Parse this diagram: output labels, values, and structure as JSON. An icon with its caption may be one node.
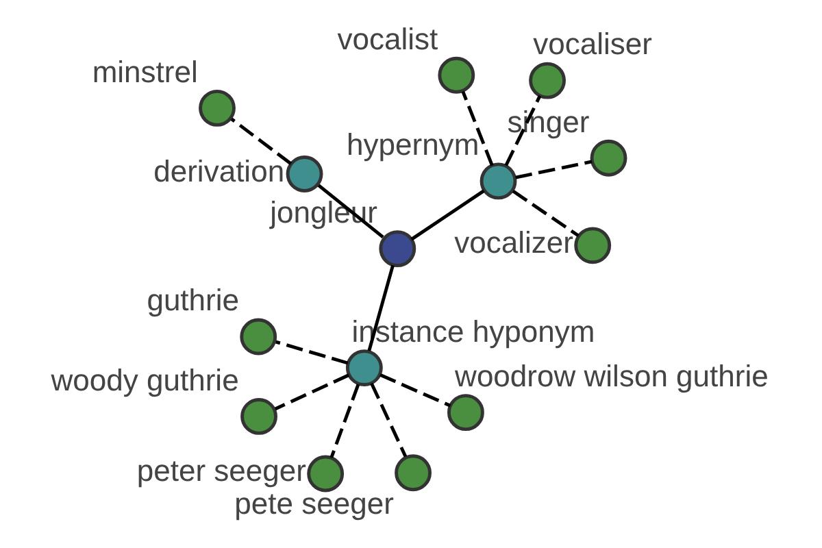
{
  "diagram": {
    "nodes": [
      {
        "text": [
          "woody guthrie"
        ]
      },
      {
        "text": [
          "woodrow wilson guthrie"
        ]
      },
      {
        "text": [
          "peter seeger"
        ]
      },
      {
        "text": [
          "minstrel"
        ]
      },
      {
        "text": [
          "guthrie"
        ]
      },
      {
        "text": [
          "instance hyponym"
        ]
      },
      {
        "text": [
          "derivation"
        ]
      },
      {
        "text": [
          "pete seeger"
        ]
      },
      {
        "text": [
          "jongleur"
        ]
      },
      {
        "text": [
          "vocalizer"
        ]
      },
      {
        "text": [
          "hypernym"
        ]
      },
      {
        "text": [
          "vocalist"
        ]
      },
      {
        "text": [
          "singer"
        ]
      },
      {
        "text": [
          "vocaliser"
        ]
      }
    ],
    "edges": [
      {
        "from": 8,
        "to": 6,
        "arrow": "none"
      },
      {
        "from": 8,
        "to": 5,
        "arrow": "none"
      },
      {
        "from": 8,
        "to": 10,
        "arrow": "none"
      },
      {
        "from": 6,
        "to": 3,
        "arrow": "none",
        "style": "dashed"
      },
      {
        "from": 5,
        "to": 0,
        "arrow": "none",
        "style": "dashed"
      },
      {
        "from": 5,
        "to": 1,
        "arrow": "none",
        "style": "dashed"
      },
      {
        "from": 5,
        "to": 2,
        "arrow": "none",
        "style": "dashed"
      },
      {
        "from": 5,
        "to": 4,
        "arrow": "none",
        "style": "dashed"
      },
      {
        "from": 5,
        "to": 7,
        "arrow": "none",
        "style": "dashed"
      },
      {
        "from": 10,
        "to": 9,
        "arrow": "none",
        "style": "dashed"
      },
      {
        "from": 10,
        "to": 11,
        "arrow": "none",
        "style": "dashed"
      },
      {
        "from": 10,
        "to": 12,
        "arrow": "none",
        "style": "dashed"
      },
      {
        "from": 10,
        "to": 13,
        "arrow": "none",
        "style": "dashed"
      }
    ]
  }
}
